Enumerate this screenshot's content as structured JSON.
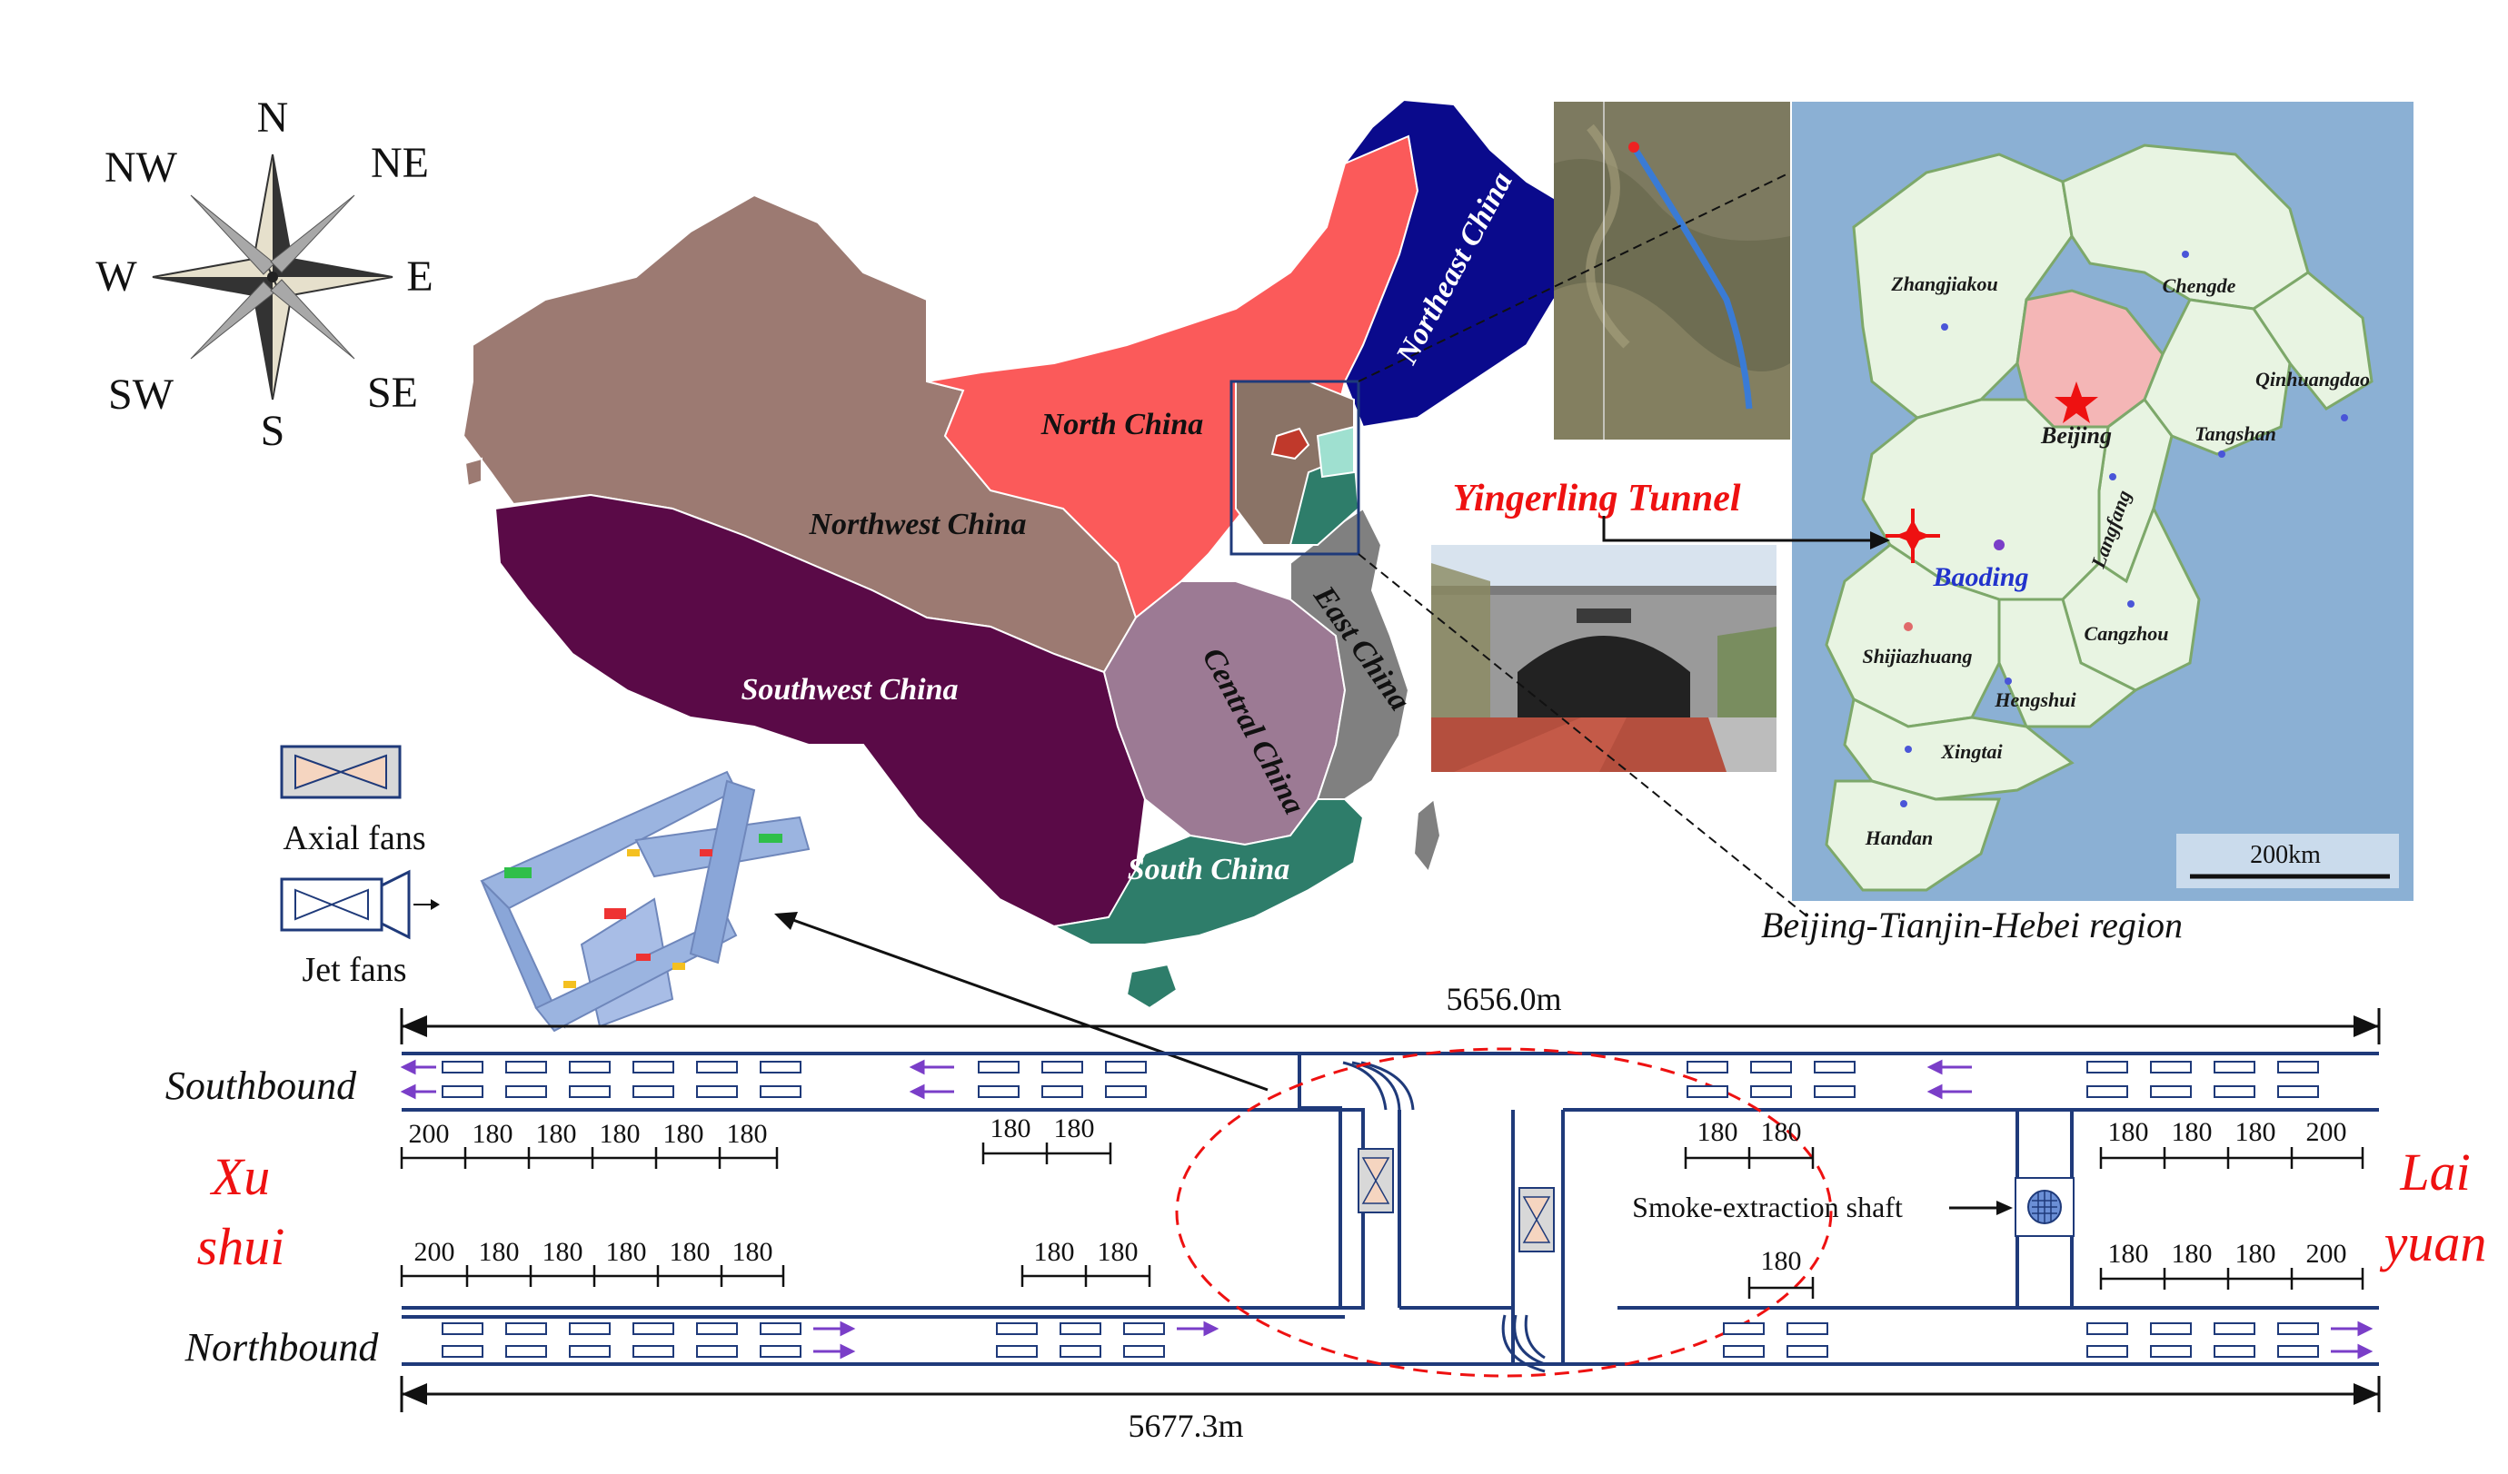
{
  "compass": {
    "north": "N",
    "south": "S",
    "east": "E",
    "west": "W",
    "northeast": "NE",
    "northwest": "NW",
    "southeast": "SE",
    "southwest": "SW"
  },
  "regions": {
    "north_china": "North China",
    "northeast_china": "Northeast China",
    "northwest_china": "Northwest China",
    "southwest_china": "Southwest China",
    "central_china": "Central China",
    "east_china": "East China",
    "south_china": "South China"
  },
  "tunnel_label": "Yingerling Tunnel",
  "region_caption": "Beijing-Tianjin-Hebei region",
  "cities": {
    "zhangjiakou": "Zhangjiakou",
    "chengde": "Chengde",
    "qinhuangdao": "Qinhuangdao",
    "beijing": "Beijing",
    "tangshan": "Tangshan",
    "langfang": "Langfang",
    "baoding": "Baoding",
    "shijiazhuang": "Shijiazhuang",
    "cangzhou": "Cangzhou",
    "hengshui": "Hengshui",
    "xingtai": "Xingtai",
    "handan": "Handan"
  },
  "scale_bar": {
    "label": "200km"
  },
  "legend": {
    "axial_fans": "Axial fans",
    "jet_fans": "Jet fans"
  },
  "tunnel": {
    "length_top": "5656.0m",
    "length_bottom": "5677.3m",
    "southbound": "Southbound",
    "northbound": "Northbound",
    "left_end_line1": "Xu",
    "left_end_line2": "shui",
    "right_end_line1": "Lai",
    "right_end_line2": "yuan",
    "shaft_label": "Smoke-extraction shaft",
    "south_left_spacings": [
      "200",
      "180",
      "180",
      "180",
      "180",
      "180"
    ],
    "south_mid_spacings": [
      "180",
      "180"
    ],
    "south_east_spacings": [
      "180",
      "180"
    ],
    "south_right_spacings": [
      "180",
      "180",
      "180",
      "200"
    ],
    "north_left_spacings": [
      "200",
      "180",
      "180",
      "180",
      "180",
      "180"
    ],
    "north_mid_spacings": [
      "180",
      "180"
    ],
    "north_east_spacings": [
      "180"
    ],
    "north_right_spacings": [
      "180",
      "180",
      "180",
      "200"
    ]
  },
  "colors": {
    "north_china": "#fb5a5a",
    "northeast_china": "#0a0a8c",
    "northwest_china": "#9c7a72",
    "southwest_china": "#5a0a47",
    "central_china": "#9c7a94",
    "east_china": "#808080",
    "south_china": "#2e7d6a",
    "sea": "#8bb0d4",
    "tunnel_line": "#1f3a7a",
    "accent_red": "#ee1111",
    "fan_arrow": "#7a3ec8",
    "city_fill": "#e8f4e2",
    "beijing_fill": "#f4b6b6"
  }
}
